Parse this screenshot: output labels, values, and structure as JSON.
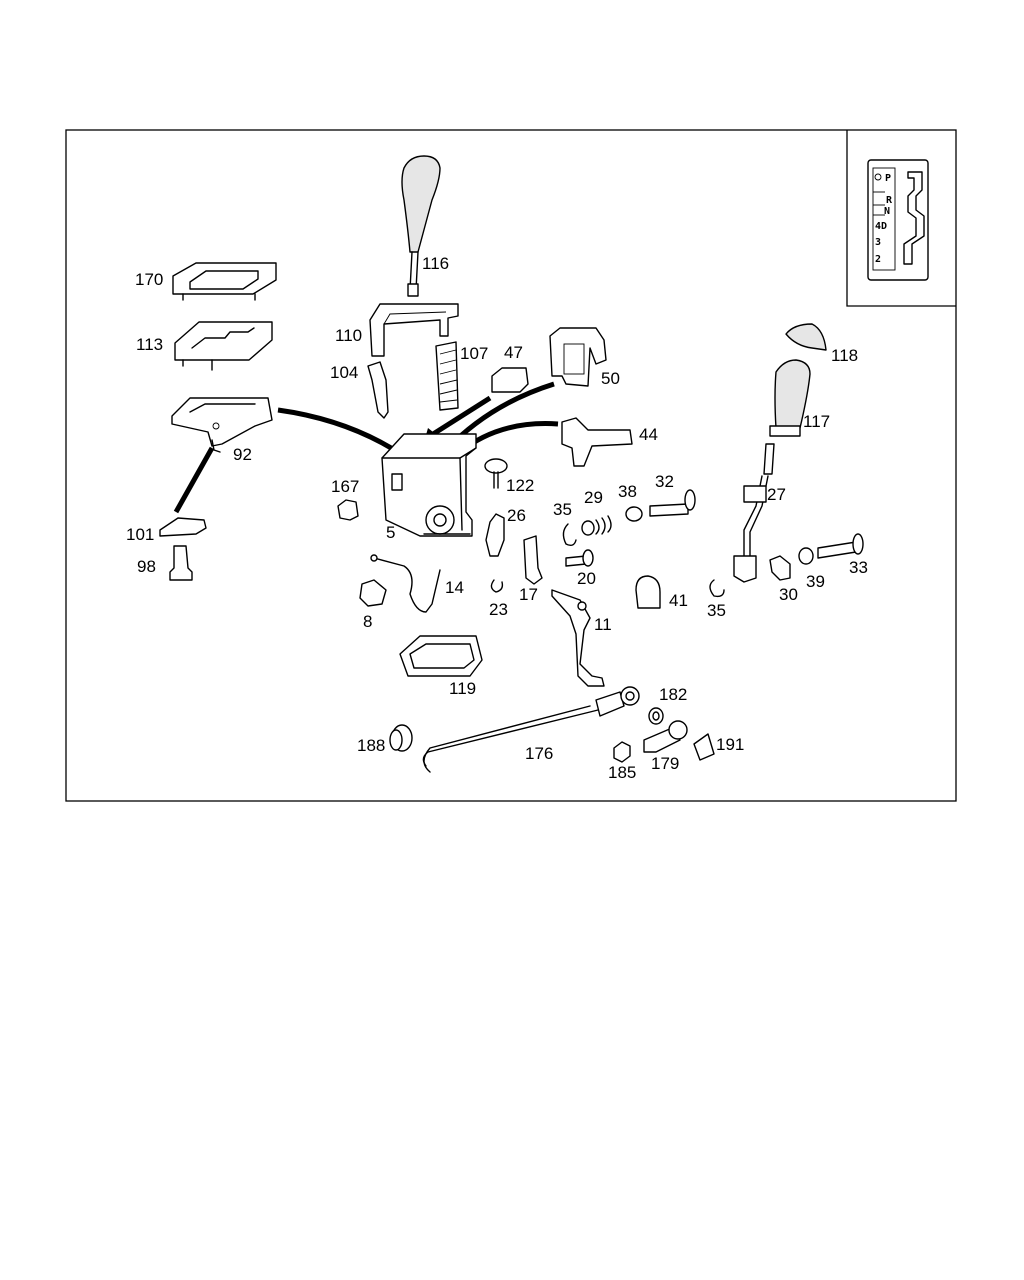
{
  "labels": {
    "p170": "170",
    "p113": "113",
    "p92": "92",
    "p101": "101",
    "p98": "98",
    "p116": "116",
    "p110": "110",
    "p104": "104",
    "p107": "107",
    "p47": "47",
    "p50": "50",
    "p44": "44",
    "p167": "167",
    "p122": "122",
    "p5": "5",
    "p26": "26",
    "p35a": "35",
    "p29": "29",
    "p38": "38",
    "p32": "32",
    "p17": "17",
    "p20": "20",
    "p23": "23",
    "p14": "14",
    "p8": "8",
    "p11": "11",
    "p41": "41",
    "p119": "119",
    "p182": "182",
    "p188": "188",
    "p176": "176",
    "p185": "185",
    "p179": "179",
    "p191": "191",
    "p118": "118",
    "p117": "117",
    "p27": "27",
    "p35b": "35",
    "p30": "30",
    "p39": "39",
    "p33": "33"
  },
  "gate_inset": {
    "positions": [
      "P",
      "R",
      "N",
      "4D",
      "3",
      "2"
    ]
  }
}
